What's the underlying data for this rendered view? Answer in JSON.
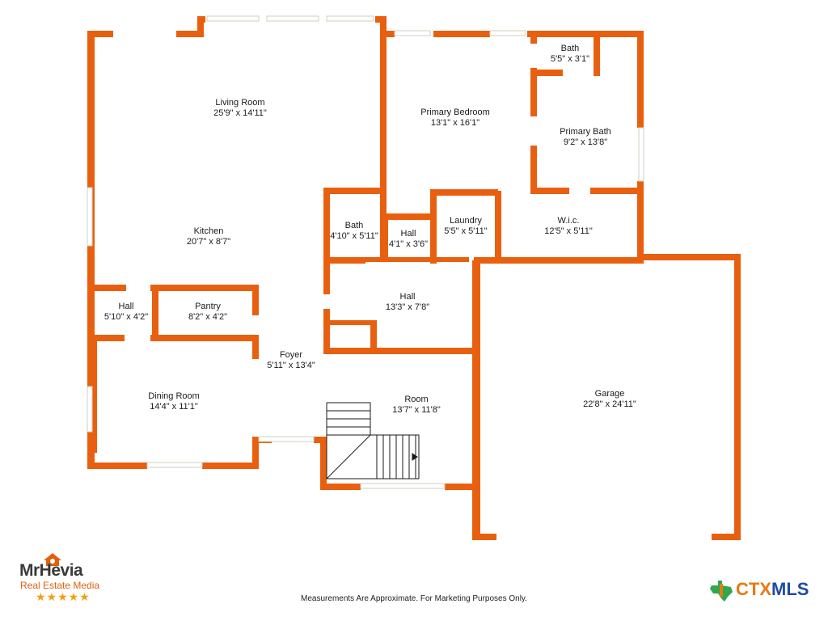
{
  "rooms": [
    {
      "id": "living-room",
      "name": "Living Room",
      "dims": "25'9\" x 14'11\""
    },
    {
      "id": "primary-bedroom",
      "name": "Primary Bedroom",
      "dims": "13'1\" x 16'1\""
    },
    {
      "id": "bath-top",
      "name": "Bath",
      "dims": "5'5\" x 3'1\""
    },
    {
      "id": "primary-bath",
      "name": "Primary Bath",
      "dims": "9'2\" x 13'8\""
    },
    {
      "id": "kitchen",
      "name": "Kitchen",
      "dims": "20'7\" x 8'7\""
    },
    {
      "id": "bath-mid",
      "name": "Bath",
      "dims": "4'10\" x 5'11\""
    },
    {
      "id": "hall-small",
      "name": "Hall",
      "dims": "4'1\" x 3'6\""
    },
    {
      "id": "laundry",
      "name": "Laundry",
      "dims": "5'5\" x 5'11\""
    },
    {
      "id": "wic",
      "name": "W.i.c.",
      "dims": "12'5\" x 5'11\""
    },
    {
      "id": "hall-left",
      "name": "Hall",
      "dims": "5'10\" x 4'2\""
    },
    {
      "id": "pantry",
      "name": "Pantry",
      "dims": "8'2\" x 4'2\""
    },
    {
      "id": "hall-center",
      "name": "Hall",
      "dims": "13'3\" x 7'8\""
    },
    {
      "id": "foyer",
      "name": "Foyer",
      "dims": "5'11\" x 13'4\""
    },
    {
      "id": "dining-room",
      "name": "Dining Room",
      "dims": "14'4\" x 11'1\""
    },
    {
      "id": "room",
      "name": "Room",
      "dims": "13'7\" x 11'8\""
    },
    {
      "id": "garage",
      "name": "Garage",
      "dims": "22'8\" x 24'11\""
    }
  ],
  "caption": "Measurements Are Approximate. For Marketing Purposes Only.",
  "logo_left": {
    "name": "MrHevia",
    "subtitle": "Real Estate Media",
    "stars": "★★★★★"
  },
  "logo_right": {
    "text_c": "CTX",
    "text_m": "MLS"
  },
  "colors": {
    "wall": "#e8600f",
    "window": "#d8d8c8",
    "label": "#1a1a1a"
  }
}
